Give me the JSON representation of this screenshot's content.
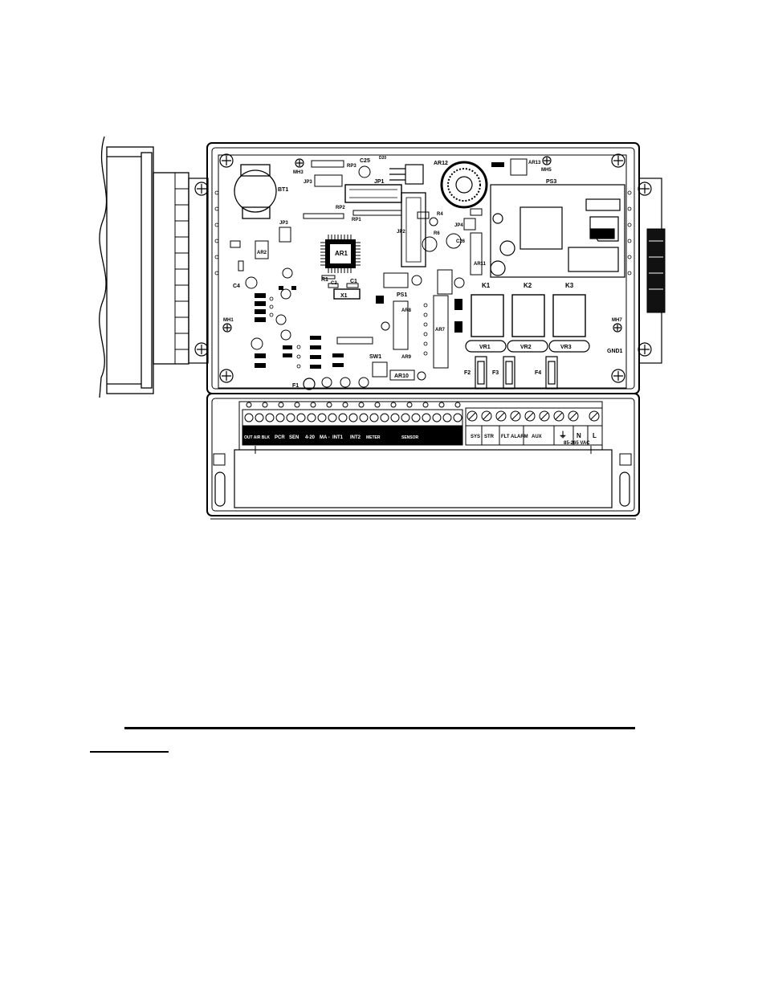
{
  "figure": {
    "components": {
      "bt1": "BT1",
      "mh3": "MH3",
      "rp3": "RP3",
      "c25": "C25",
      "d20": "D20",
      "ar12": "AR12",
      "ar13": "AR13",
      "mh5": "MH5",
      "ps3": "PS3",
      "jp3_top": "JP3",
      "jp1": "JP1",
      "rp2": "RP2",
      "rp1": "RP1",
      "jp3": "JP3",
      "ar2": "AR2",
      "jp2": "JP2",
      "ar1": "AR1",
      "r4": "R4",
      "r6": "R6",
      "jp4": "JP4",
      "c25b": "C26",
      "ar11": "AR11",
      "c4": "C4",
      "r1": "R1",
      "c2": "C2",
      "c1": "C1",
      "x1": "X1",
      "ps1": "PS1",
      "k1": "K1",
      "k2": "K2",
      "k3": "K3",
      "mh1": "MH1",
      "mh7": "MH7",
      "gnd1": "GND1",
      "vr1": "VR1",
      "vr2": "VR2",
      "vr3": "VR3",
      "f1": "F1",
      "f2": "F2",
      "f3": "F3",
      "f4": "F4",
      "sw1": "SW1",
      "ar10": "AR10",
      "ar7": "AR7",
      "ar8": "AR8",
      "ar9": "AR9"
    },
    "terminals": {
      "t1": "OUT AIR BLK",
      "t2": "PCR",
      "t3": "SEN",
      "t4": "4-20",
      "t5": "MA -",
      "t6": "INT1",
      "t7": "INT2",
      "t8": "METER",
      "t9": "SENSOR",
      "t10": "SYS",
      "t11": "STR",
      "t12": "FLT ALARM",
      "t13": "AUX",
      "ground": "⏚",
      "neutral": "N",
      "line": "L",
      "voltage": "85-265 VAC"
    }
  }
}
